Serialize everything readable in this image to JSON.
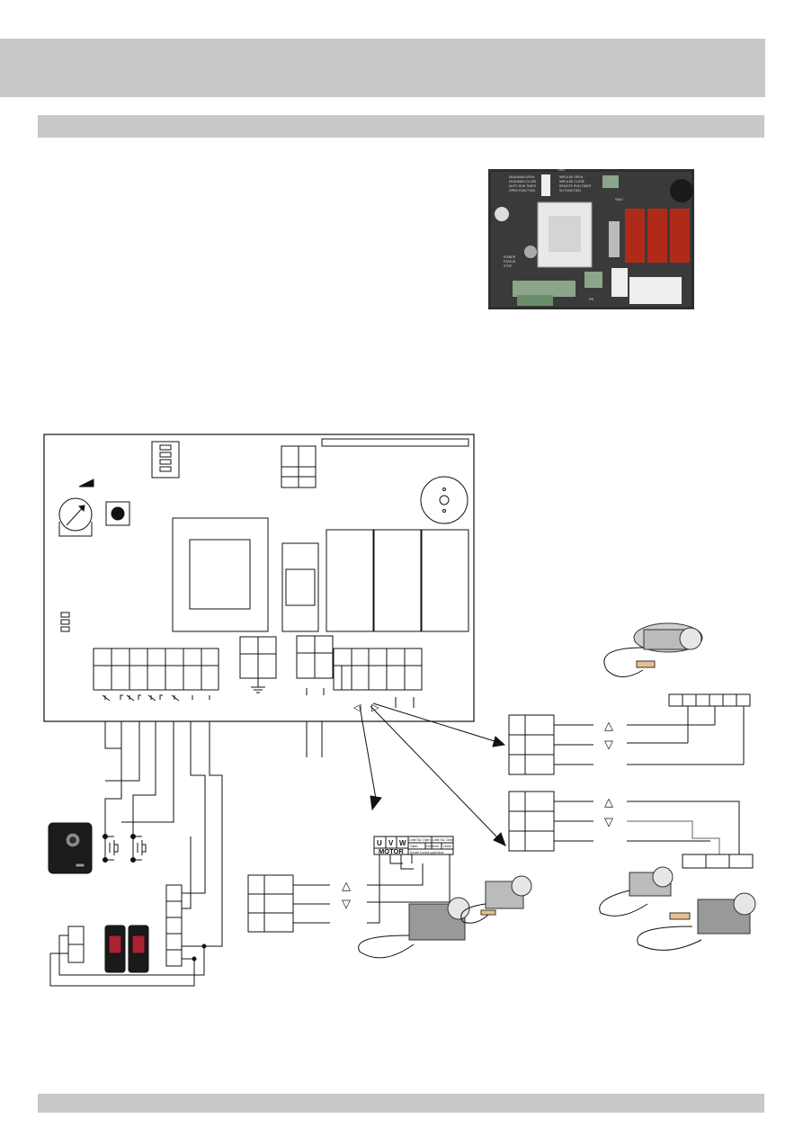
{
  "header": {
    "color": "#c8c8c8"
  },
  "motor_label": {
    "u": "U",
    "v": "V",
    "w": "W",
    "title": "MOTOR",
    "limit_sw_open": "Limit Sw. Open",
    "limit_sw_close": "Limit Sw. Close",
    "open": "Open",
    "common": "Common",
    "close": "Close",
    "bottom": "Double Control open/close"
  },
  "arrows": {
    "up": "△",
    "down": "▽",
    "left": "◁",
    "right": "▷"
  },
  "pcb_photo": {
    "dip_labels": [
      "DEADMAN OPEN",
      "DEADMAN CLOSE",
      "AUTO RUN TIMER",
      "OPEN FUNCTION"
    ],
    "dip_labels_right": [
      "IMPULSE OPEN",
      "IMPULSE CLOSE",
      "REMOTE RUN TIMER",
      "3/4 FUNCTION"
    ],
    "side_labels": [
      "POWER",
      "STATUS",
      "STOP"
    ],
    "pe": "PE",
    "sw2": "SW2",
    "sw1": "SW1"
  }
}
